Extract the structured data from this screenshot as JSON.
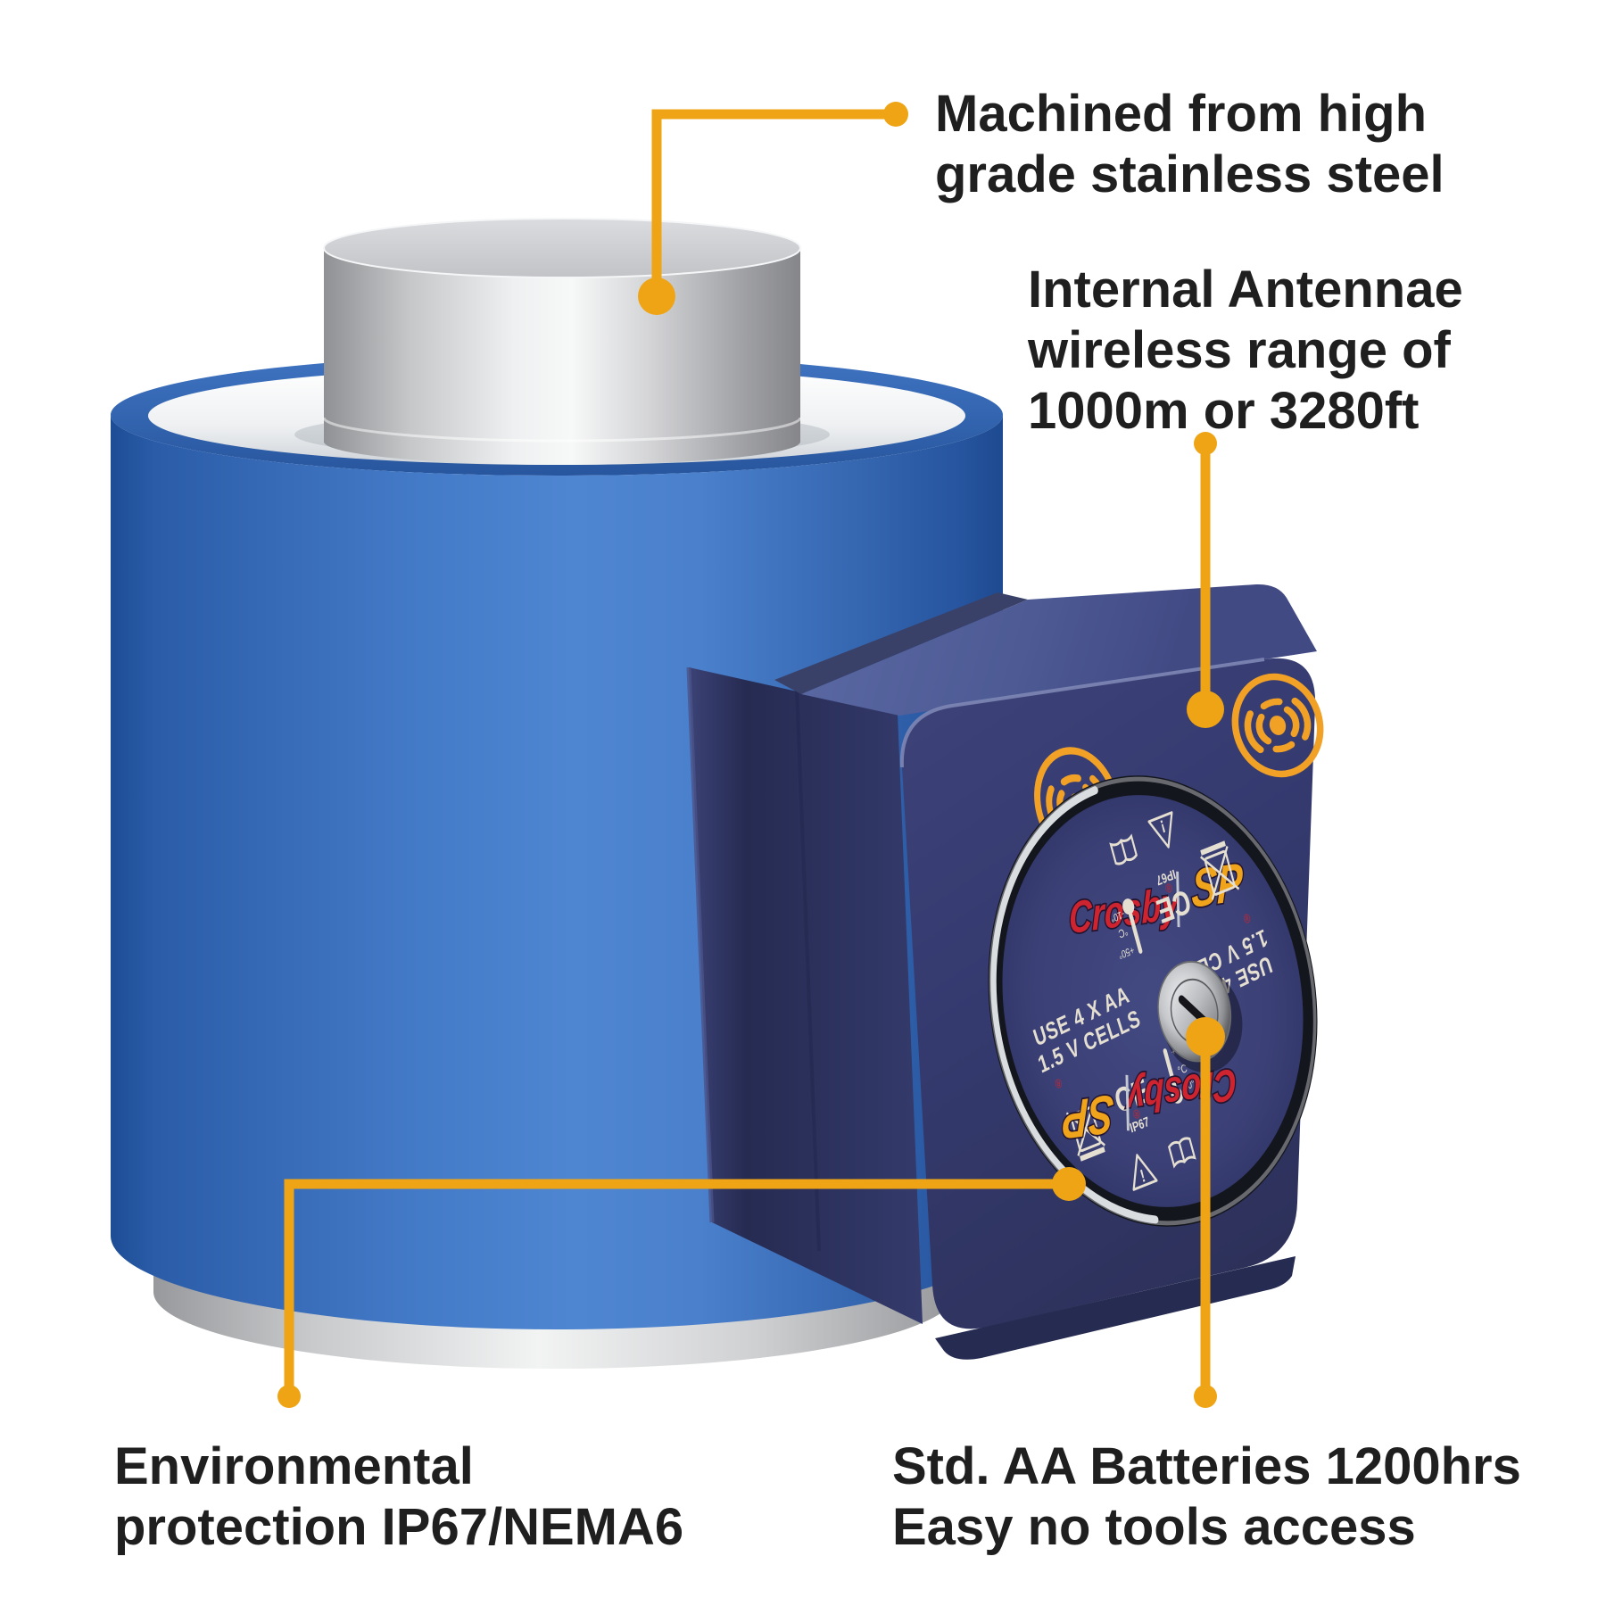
{
  "illustration": {
    "subject": "wireless-compression-load-cell",
    "background": "#FFFFFF"
  },
  "callouts": {
    "machined": {
      "line1": "Machined from high",
      "line2": "grade stainless steel"
    },
    "antennae": {
      "line1": "Internal Antennae",
      "line2": "wireless range of",
      "line3": "1000m or 3280ft"
    },
    "environment": {
      "line1": "Environmental",
      "line2": "protection IP67/NEMA6"
    },
    "batteries": {
      "line1": "Std. AA Batteries 1200hrs",
      "line2": "Easy no tools access"
    }
  },
  "device": {
    "brand_left": "Crosby",
    "brand_right": "SP",
    "registered_mark": "®",
    "battery_instruction": {
      "line1": "USE 4 X AA",
      "line2": "1.5 V CELLS"
    },
    "markings": {
      "ce": "CE",
      "ip": "IP67",
      "temp_max": "+50°",
      "temp_unit": "°C",
      "temp_min": "-10°",
      "warning": "!"
    }
  },
  "colors": {
    "callout_orange": "#EEA414",
    "wireless_icon_orange": "#F2A127",
    "crosby_red": "#CE2430",
    "sp_orange": "#F0A41C",
    "module_navy": "#3A4077",
    "body_blue": "#4A80CC",
    "steel_silver": "#D8D9DB",
    "text_ink": "#1F1F1F"
  }
}
